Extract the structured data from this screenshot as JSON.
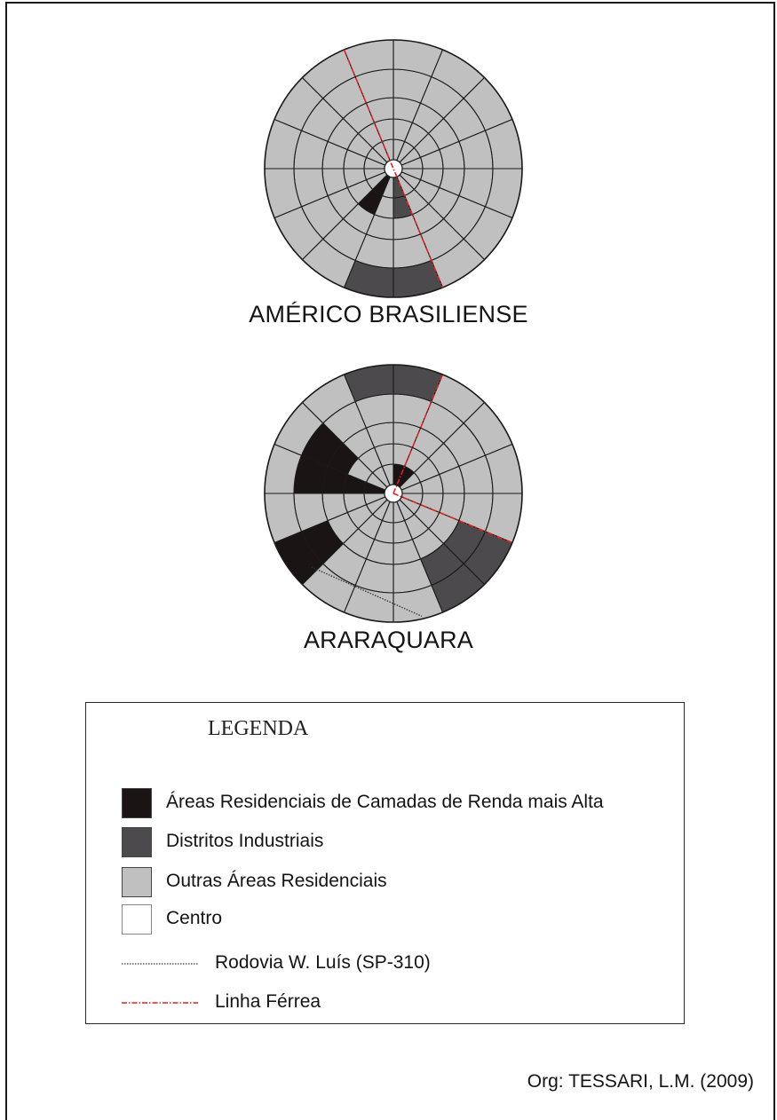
{
  "colors": {
    "high_income": "#1a1414",
    "industrial": "#4c4a4c",
    "other_residential": "#c0c0c0",
    "center": "#ffffff",
    "railway": "#e0211f",
    "highway": "#333333",
    "outline": "#1a1a1a"
  },
  "models": [
    {
      "id": "americo",
      "title": "AMÉRICO BRASILIENSE",
      "sectors": 16,
      "rings": 5,
      "high_income": [
        [
          0,
          9
        ],
        [
          1,
          9
        ]
      ],
      "industrial": [
        [
          0,
          7
        ],
        [
          1,
          7
        ],
        [
          4,
          7
        ],
        [
          4,
          8
        ]
      ],
      "railway": true,
      "highway": false
    },
    {
      "id": "araraquara",
      "title": "ARARAQUARA",
      "sectors": 16,
      "rings": 5,
      "high_income": [
        [
          0,
          0
        ],
        [
          0,
          1
        ],
        [
          0,
          12
        ],
        [
          1,
          12
        ],
        [
          2,
          12
        ],
        [
          3,
          12
        ],
        [
          2,
          13
        ],
        [
          3,
          13
        ],
        [
          3,
          10
        ],
        [
          4,
          10
        ]
      ],
      "industrial": [
        [
          4,
          0
        ],
        [
          4,
          15
        ],
        [
          3,
          5
        ],
        [
          4,
          5
        ],
        [
          3,
          6
        ],
        [
          4,
          6
        ]
      ],
      "railway": true,
      "highway": true
    }
  ],
  "legend": {
    "title": "LEGENDA",
    "items": [
      {
        "label": "Áreas Residenciais de Camadas de Renda mais Alta",
        "type": "swatch",
        "color": "#1a1414"
      },
      {
        "label": "Distritos Industriais",
        "type": "swatch",
        "color": "#4c4a4c"
      },
      {
        "label": "Outras Áreas Residenciais",
        "type": "swatch",
        "color": "#c0c0c0"
      },
      {
        "label": "Centro",
        "type": "swatch",
        "color": "#ffffff"
      },
      {
        "label": "Rodovia W. Luís (SP-310)",
        "type": "dotted-line",
        "color": "#333333"
      },
      {
        "label": "Linha Férrea",
        "type": "dashdot-line",
        "color": "#e0211f"
      }
    ]
  },
  "credit": "Org: TESSARI, L.M. (2009)"
}
